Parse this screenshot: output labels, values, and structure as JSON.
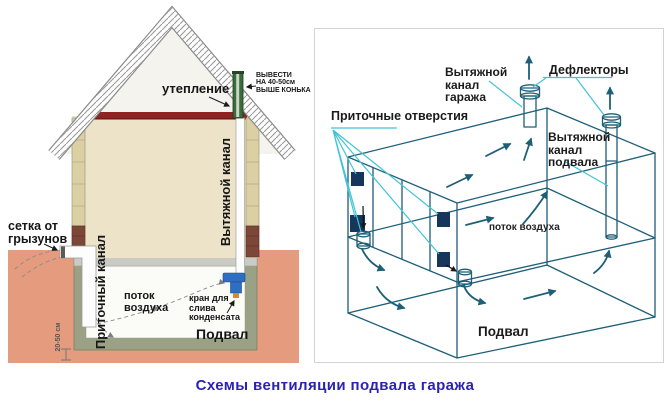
{
  "caption": "Схемы вентиляции подвала гаража",
  "left_diagram": {
    "insulation": "утепление",
    "ridge_note": "ВЫВЕСТИ\nНА 40-50см\nВЫШЕ КОНЬКА",
    "exhaust_channel": "Вытяжной канал",
    "supply_channel": "Приточный канал",
    "rodent_mesh": "сетка от\nгрызунов",
    "air_flow": "поток\nвоздуха",
    "condensate_tap": "кран для\nслива\nконденсата",
    "basement": "Подвал",
    "depth": "20-50 см"
  },
  "right_diagram": {
    "garage_exhaust": "Вытяжной\nканал\nгаража",
    "deflectors": "Дефлекторы",
    "supply_openings": "Приточные отверстия",
    "basement_exhaust": "Вытяжной\nканал\nподвала",
    "air_flow": "поток воздуха",
    "basement": "Подвал"
  },
  "colors": {
    "caption": "#2b22b5",
    "teal_line": "#1e5f78",
    "cyan_leader": "#41c4d7",
    "opening": "#16365c",
    "ground": "#e59b7e",
    "wall_beige": "#dbcfa4",
    "brick": "#7d4738",
    "attic_red": "#8e2322",
    "basement_wall": "#9aa184",
    "tap_blue": "#2f6fc1",
    "vent_pipe_green": "#3c6b3c"
  }
}
